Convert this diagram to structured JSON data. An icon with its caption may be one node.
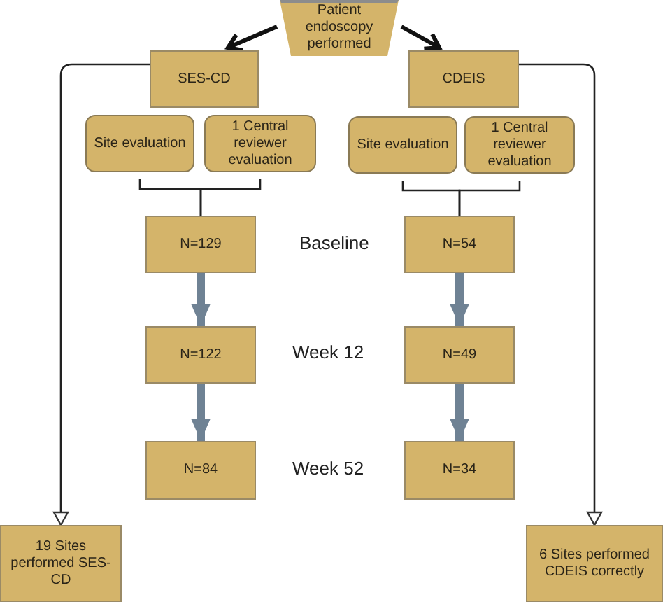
{
  "diagram": {
    "nodes": [
      {
        "text": [
          "Patient endoscopy performed"
        ]
      },
      {
        "text": [
          "SES-CD"
        ]
      },
      {
        "text": [
          "CDEIS"
        ]
      },
      {
        "text": [
          "Site evaluation"
        ]
      },
      {
        "text": [
          "1 Central reviewer evaluation"
        ]
      },
      {
        "text": [
          "Site evaluation"
        ]
      },
      {
        "text": [
          "1 Central reviewer evaluation"
        ]
      },
      {
        "text": [
          "N=129"
        ]
      },
      {
        "text": [
          "N=54"
        ]
      },
      {
        "text": [
          "N=122"
        ]
      },
      {
        "text": [
          "N=49"
        ]
      },
      {
        "text": [
          "N=84"
        ]
      },
      {
        "text": [
          "N=34"
        ]
      },
      {
        "text": [
          "19 Sites performed SES-CD"
        ]
      },
      {
        "text": [
          "6 Sites performed CDEIS correctly"
        ]
      }
    ],
    "edges": [
      {
        "from": 0,
        "to": 1,
        "arrow": "to",
        "style": "thick"
      },
      {
        "from": 0,
        "to": 2,
        "arrow": "to",
        "style": "thick"
      },
      {
        "from": 3,
        "to": 7,
        "arrow": "none"
      },
      {
        "from": 4,
        "to": 7,
        "arrow": "none"
      },
      {
        "from": 5,
        "to": 8,
        "arrow": "none"
      },
      {
        "from": 6,
        "to": 8,
        "arrow": "none"
      },
      {
        "from": 7,
        "to": 9,
        "arrow": "to",
        "style": "thick",
        "color": "#6f8294"
      },
      {
        "from": 9,
        "to": 11,
        "arrow": "to",
        "style": "thick",
        "color": "#6f8294"
      },
      {
        "from": 8,
        "to": 10,
        "arrow": "to",
        "style": "thick",
        "color": "#6f8294"
      },
      {
        "from": 10,
        "to": 12,
        "arrow": "to",
        "style": "thick",
        "color": "#6f8294"
      },
      {
        "from": 1,
        "to": 13,
        "arrow": "to"
      },
      {
        "from": 2,
        "to": 14,
        "arrow": "to"
      }
    ],
    "labels": [
      "Baseline",
      "Week 12",
      "Week 52"
    ]
  }
}
